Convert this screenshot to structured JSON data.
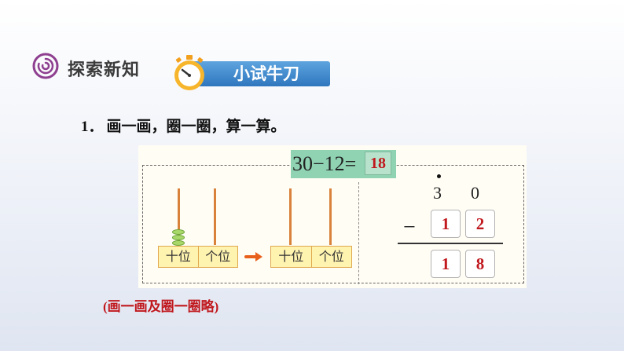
{
  "header": {
    "section_title": "探索新知",
    "banner_label": "小试牛刀"
  },
  "question": {
    "number": "1．",
    "text": "画一画，圈一圈，算一算。"
  },
  "equation": {
    "expression": "30−12=",
    "answer": "18"
  },
  "abacus": {
    "before": {
      "tens_label": "十位",
      "ones_label": "个位",
      "tens_beads": 3,
      "ones_beads": 0
    },
    "after": {
      "tens_label": "十位",
      "ones_label": "个位"
    }
  },
  "vertical": {
    "minuend": [
      "3",
      "0"
    ],
    "minus_sign": "−",
    "subtrahend": [
      "1",
      "2"
    ],
    "result": [
      "1",
      "8"
    ]
  },
  "note": "(画一画及圈一圈略)",
  "colors": {
    "answer_red": "#c0181d",
    "banner_blue": "#3a85cf",
    "equation_green": "#8fd3b3"
  }
}
